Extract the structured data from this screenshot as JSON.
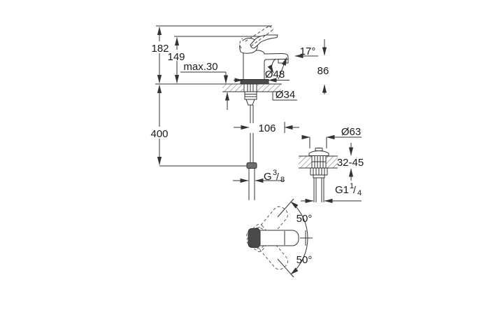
{
  "diagram": {
    "type": "faucet-technical-dimension-drawing",
    "views": {
      "front": {
        "height_overall": "182",
        "height_to_spout": "149",
        "deck_thickness_max": "max.30",
        "hose_length": "400",
        "base_diameter": "Ø48",
        "hole_diameter": "Ø34",
        "center_distance": "106",
        "stream_angle": "17°",
        "outlet_height": "86",
        "hose_thread": {
          "base": "G",
          "sup": "3",
          "slash": "/",
          "sub": "8"
        }
      },
      "drain": {
        "flange_diameter": "Ø63",
        "mounting_range": "32-45",
        "thread": {
          "base": "G1",
          "sup": "1",
          "slash": "/",
          "sub": "4"
        }
      },
      "top": {
        "swing_up": "50°",
        "swing_down": "50°"
      }
    },
    "colors": {
      "line": "#333333",
      "text": "#1a1a1a",
      "dark_fill": "#4a4a4a",
      "background": "#ffffff"
    }
  }
}
